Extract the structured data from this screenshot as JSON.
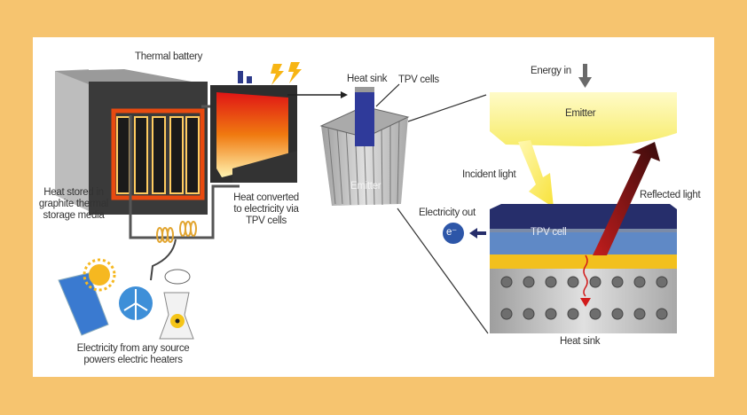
{
  "colors": {
    "background": "#F6C46F",
    "panel": "#FFFFFF",
    "emitter": "#FAF28A",
    "tpv_top": "#262E6B",
    "tpv_mid": "#5F89C6",
    "gold": "#F2C01E",
    "heat_sink": "#BFBFBF",
    "reflected": "#9C1B1B"
  },
  "left": {
    "thermal_battery": "Thermal battery",
    "heat_stored": [
      "Heat stored in",
      "graphite thermal",
      "storage media"
    ],
    "heat_converted": [
      "Heat converted",
      "to electricity via",
      "TPV cells"
    ],
    "sources": [
      "Electricity from any source",
      "powers electric heaters"
    ],
    "source_icons": [
      "solar-panel-icon",
      "sun-icon",
      "wind-turbine-icon",
      "nuclear-plant-icon"
    ]
  },
  "middle": {
    "heat_sink": "Heat sink",
    "tpv_cells": "TPV cells",
    "emitter": "Emitter"
  },
  "right": {
    "energy_in": "Energy in",
    "emitter": "Emitter",
    "incident_light": "Incident light",
    "reflected_light": "Reflected light",
    "electricity_out": "Electricity out",
    "electron": "e⁻",
    "tpv_cell": "TPV cell",
    "heat_sink": "Heat sink"
  }
}
